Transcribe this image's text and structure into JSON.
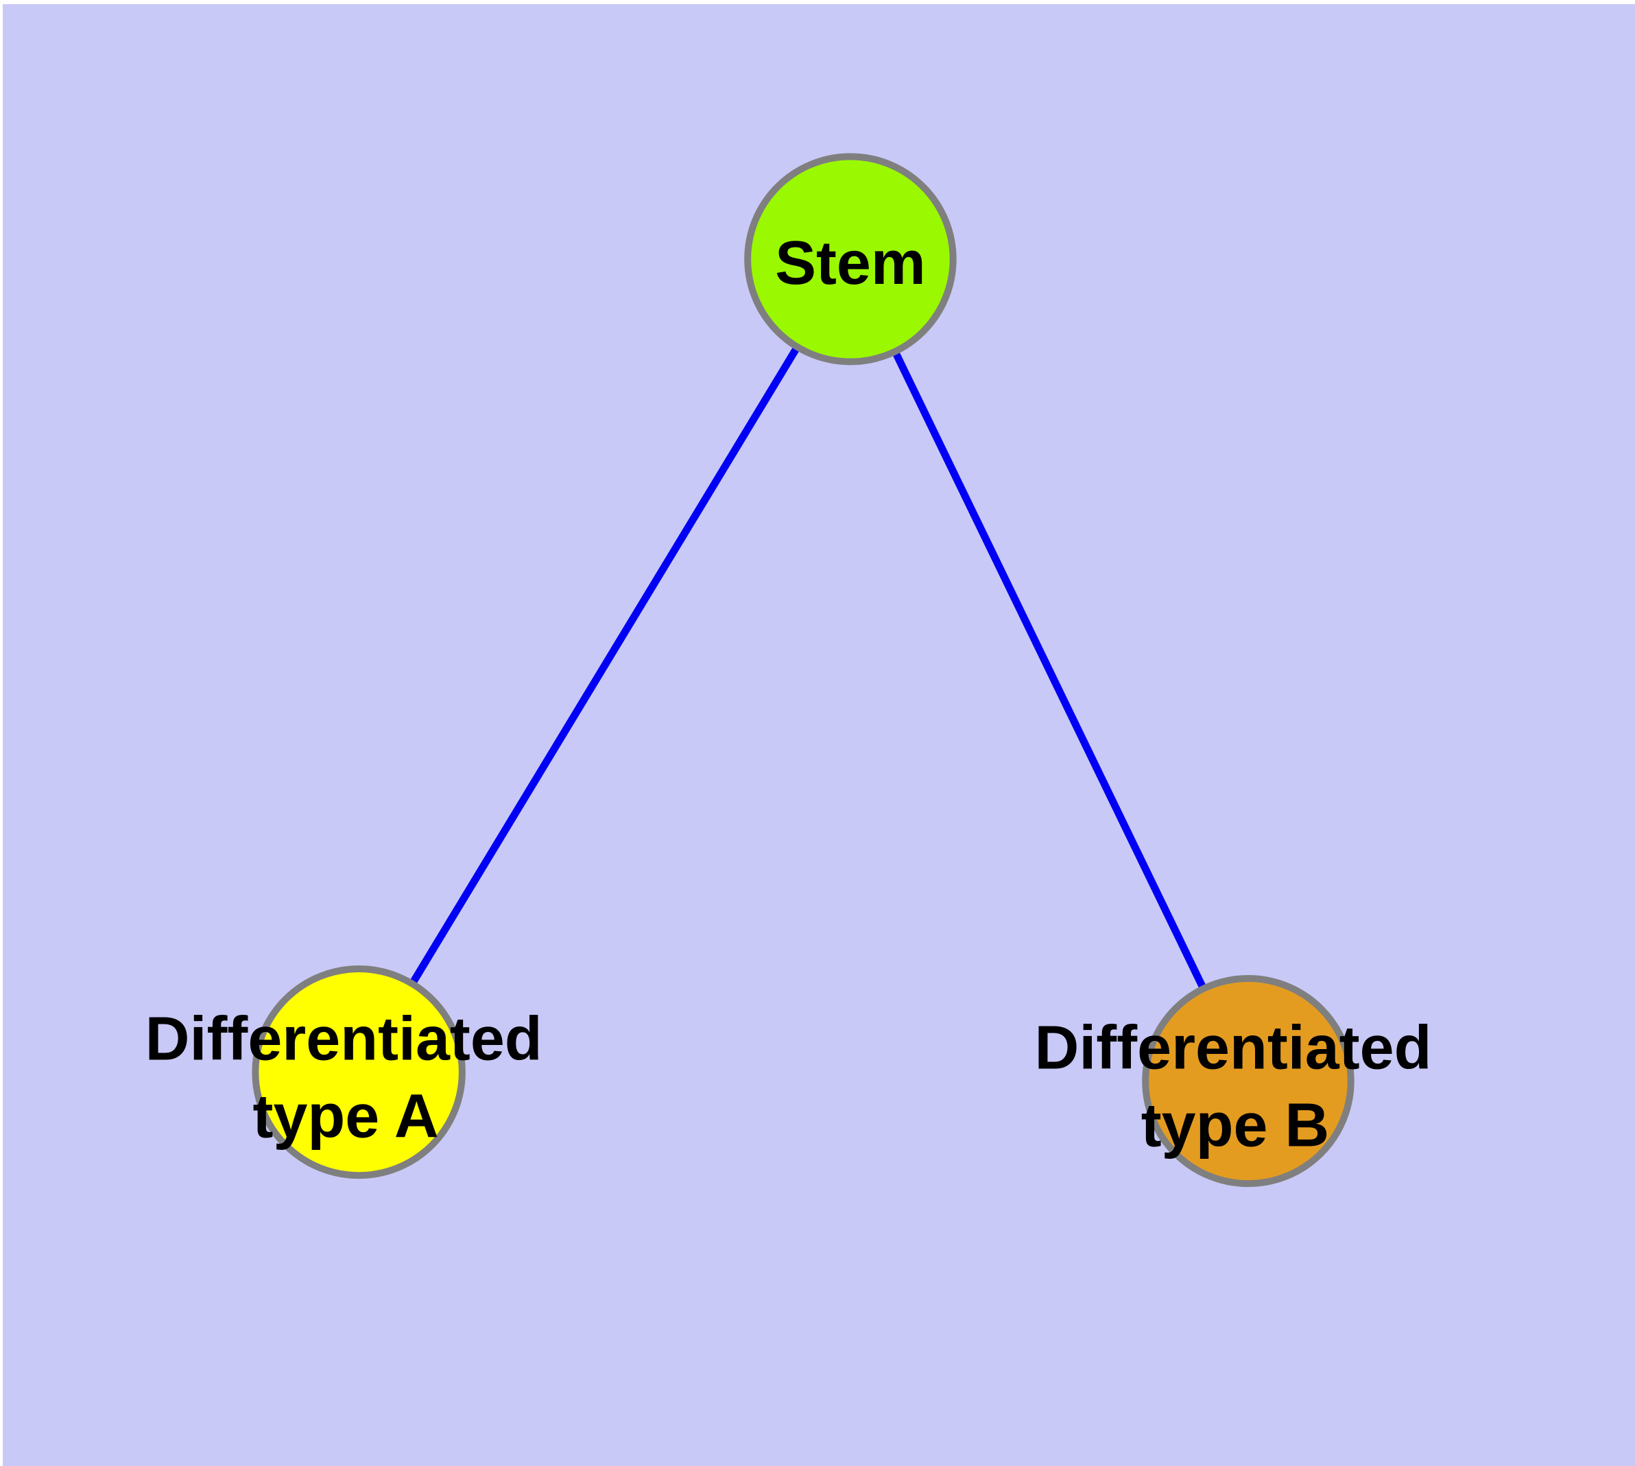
{
  "canvas": {
    "margin_color": "#ffffff",
    "background_color": "#c9c9f7"
  },
  "graph": {
    "node_border_color": "#7f7f7f",
    "edge_color": "#0000f5",
    "label_color": "#000000",
    "nodes": [
      {
        "id": "stem",
        "lines": [
          "Stem"
        ],
        "fill": "#9af800",
        "border": "#7f7f7f"
      },
      {
        "id": "differentiated-type-a",
        "lines": [
          "Differentiated",
          "type A"
        ],
        "fill": "#ffff00",
        "border": "#7f7f7f"
      },
      {
        "id": "differentiated-type-b",
        "lines": [
          "Differentiated",
          "type B"
        ],
        "fill": "#e49c20",
        "border": "#7f7f7f"
      }
    ],
    "edges": [
      {
        "from": "stem",
        "to": "differentiated-type-a",
        "color": "#0000f5"
      },
      {
        "from": "stem",
        "to": "differentiated-type-b",
        "color": "#0000f5"
      }
    ]
  }
}
